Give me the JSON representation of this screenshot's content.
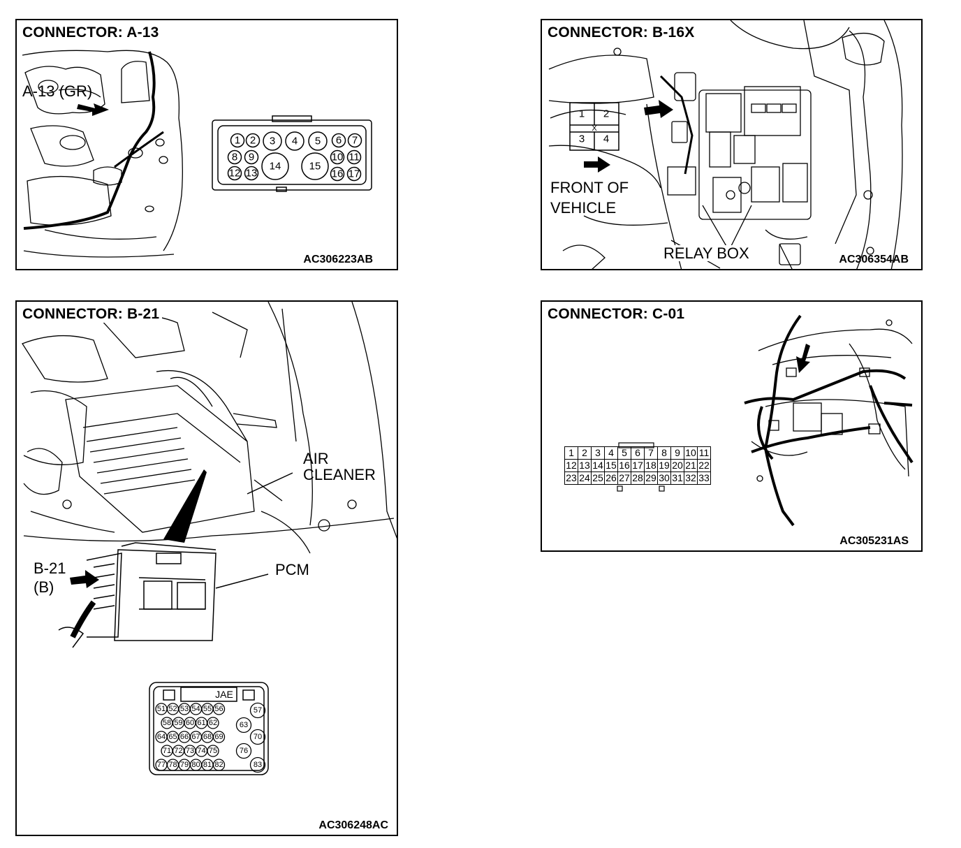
{
  "panels": {
    "a13": {
      "title": "CONNECTOR: A-13",
      "code": "AC306223AB",
      "callout": "A-13 (GR)",
      "pins": [
        "1",
        "2",
        "3",
        "4",
        "5",
        "6",
        "7",
        "8",
        "9",
        "10",
        "11",
        "12",
        "13",
        "14",
        "15",
        "16",
        "17"
      ]
    },
    "b16x": {
      "title": "CONNECTOR: B-16X",
      "code": "AC306354AB",
      "front_line1": "FRONT OF",
      "front_line2": "VEHICLE",
      "relay_box": "RELAY BOX",
      "pins": [
        "1",
        "2",
        "3",
        "4"
      ],
      "pin_mark": "X"
    },
    "b21": {
      "title": "CONNECTOR: B-21",
      "code": "AC306248AC",
      "air_line1": "AIR",
      "air_line2": "CLEANER",
      "pcm": "PCM",
      "callout_line1": "B-21",
      "callout_line2": "(B)",
      "connector_header": "JAE",
      "pins": [
        "51",
        "52",
        "53",
        "54",
        "55",
        "56",
        "57",
        "58",
        "59",
        "60",
        "61",
        "62",
        "63",
        "64",
        "65",
        "66",
        "67",
        "68",
        "69",
        "70",
        "71",
        "72",
        "73",
        "74",
        "75",
        "76",
        "77",
        "78",
        "79",
        "80",
        "81",
        "82",
        "83"
      ]
    },
    "c01": {
      "title": "CONNECTOR: C-01",
      "code": "AC305231AS",
      "rows": [
        [
          "1",
          "2",
          "3",
          "4",
          "5",
          "6",
          "7",
          "8",
          "9",
          "10",
          "11"
        ],
        [
          "12",
          "13",
          "14",
          "15",
          "16",
          "17",
          "18",
          "19",
          "20",
          "21",
          "22"
        ],
        [
          "23",
          "24",
          "25",
          "26",
          "27",
          "28",
          "29",
          "30",
          "31",
          "32",
          "33"
        ]
      ]
    }
  },
  "colors": {
    "ink": "#000000",
    "paper": "#ffffff"
  },
  "icons": [
    "arrow-icon"
  ]
}
